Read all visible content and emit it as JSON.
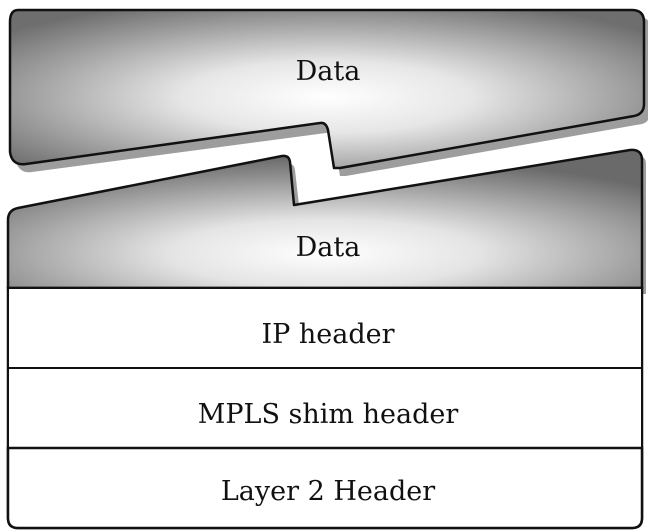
{
  "diagram": {
    "top_fragment_label": "Data",
    "bottom_fragment_label": "Data",
    "ip_header_label": "IP header",
    "mpls_header_label": "MPLS shim header",
    "layer2_header_label": "Layer 2 Header"
  },
  "colors": {
    "fragment_center": "#ffffff",
    "fragment_edge": "#6b6b6b",
    "outline": "#111111",
    "header_fill": "#ffffff",
    "shadow": "#9a9a9a"
  }
}
